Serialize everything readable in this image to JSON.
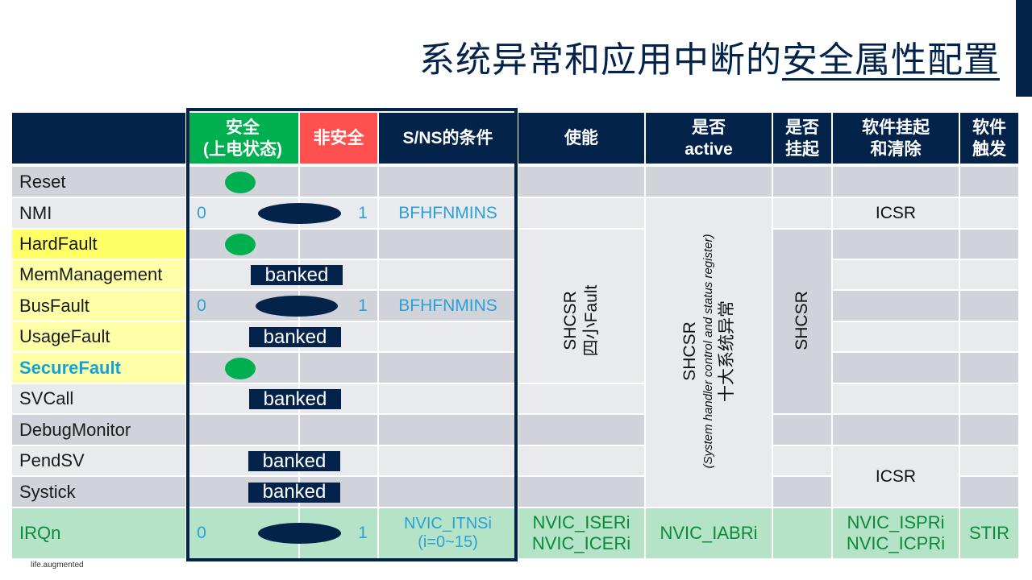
{
  "title": {
    "plain": "系统异常和应用中断的",
    "underlined": "安全属性配置"
  },
  "header": {
    "secure": "安全\n(上电状态)",
    "nonsecure": "非安全",
    "condition": "S/NS的条件",
    "enable": "使能",
    "active": "是否\nactive",
    "pending": "是否\n挂起",
    "setclear": "软件挂起\n和清除",
    "trigger": "软件\n触发"
  },
  "rows": [
    {
      "name": "Reset"
    },
    {
      "name": "NMI",
      "zero": "0",
      "one": "1",
      "condition": "BFHFNMINS",
      "setclear": "ICSR"
    },
    {
      "name": "HardFault"
    },
    {
      "name": "MemManagement",
      "banked": "banked"
    },
    {
      "name": "BusFault",
      "zero": "0",
      "one": "1",
      "condition": "BFHFNMINS"
    },
    {
      "name": "UsageFault",
      "banked": "banked"
    },
    {
      "name": "SecureFault"
    },
    {
      "name": "SVCall",
      "banked": "banked"
    },
    {
      "name": "DebugMonitor"
    },
    {
      "name": "PendSV",
      "banked": "banked"
    },
    {
      "name": "Systick",
      "banked": "banked"
    },
    {
      "name": "IRQn",
      "zero": "0",
      "one": "1",
      "condition": "NVIC_ITNSi\n(i=0~15)",
      "enable": "NVIC_ISERi\nNVIC_ICERi",
      "active": "NVIC_IABRi",
      "setclear": "NVIC_ISPRi\nNVIC_ICPRi",
      "trigger": "STIR"
    }
  ],
  "merged": {
    "enable_shcsr": "SHCSR",
    "enable_sub": "四小Fault",
    "active_shcsr": "SHCSR",
    "active_sub": "(System handler control and status register)",
    "active_sub2": "十大系统异常",
    "pending_shcsr": "SHCSR",
    "setclear_icsr": "ICSR"
  },
  "footer": "life.augmented",
  "colors": {
    "navy": "#03234b",
    "green": "#00b050",
    "red": "#ff5050",
    "blue_text": "#2aa0d8",
    "yellow": "#ffff66",
    "irq_bg": "#b5e3c8"
  }
}
